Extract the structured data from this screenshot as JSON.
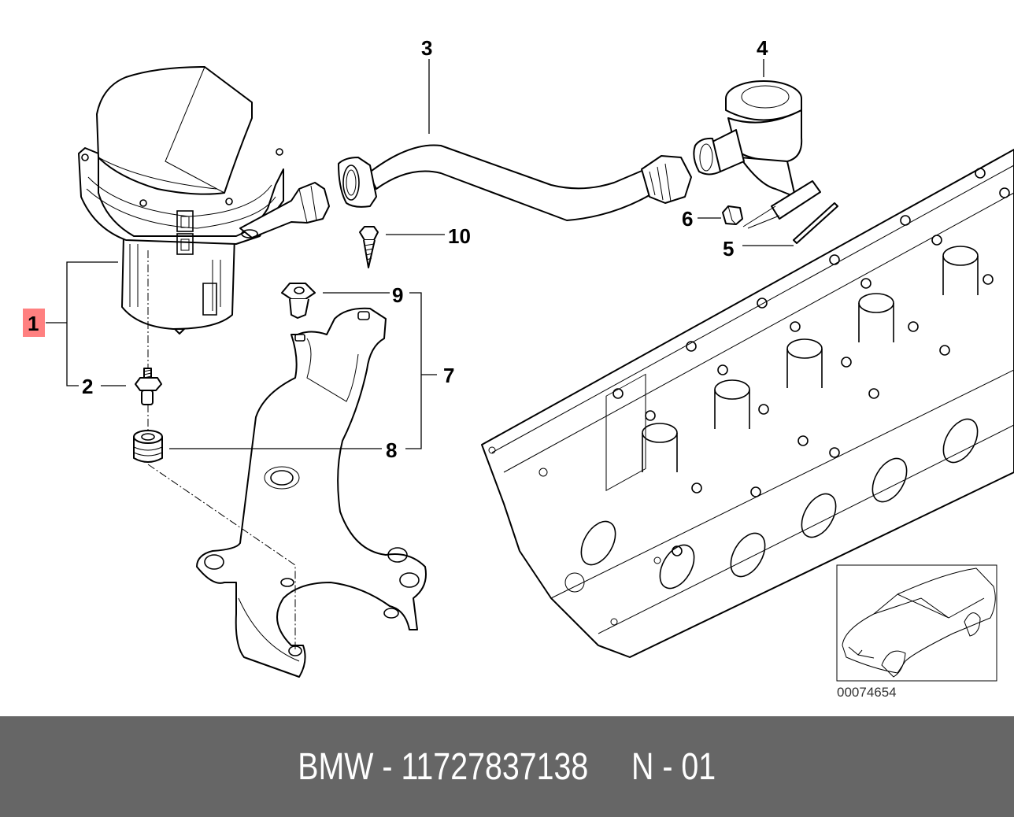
{
  "diagram": {
    "title": "Secondary air pump assembly",
    "reference_number": "00074654",
    "highlight_color": "#ff8080",
    "highlight_text_color": "#8b0000",
    "callouts": [
      {
        "id": "1",
        "label": "1",
        "part": "secondary-air-pump",
        "highlighted": true
      },
      {
        "id": "2",
        "label": "2",
        "part": "mounting-stud"
      },
      {
        "id": "3",
        "label": "3",
        "part": "air-hose"
      },
      {
        "id": "4",
        "label": "4",
        "part": "check-valve"
      },
      {
        "id": "5",
        "label": "5",
        "part": "gasket"
      },
      {
        "id": "6",
        "label": "6",
        "part": "bolt-nut"
      },
      {
        "id": "7",
        "label": "7",
        "part": "bracket"
      },
      {
        "id": "8",
        "label": "8",
        "part": "rubber-mount"
      },
      {
        "id": "9",
        "label": "9",
        "part": "clip-nut"
      },
      {
        "id": "10",
        "label": "10",
        "part": "screw"
      }
    ]
  },
  "footer": {
    "brand": "BMW",
    "separator": " - ",
    "part_number": "11727837138",
    "gap": "     ",
    "position_code": "N - 01",
    "background": "#666666",
    "text_color": "#ffffff"
  }
}
